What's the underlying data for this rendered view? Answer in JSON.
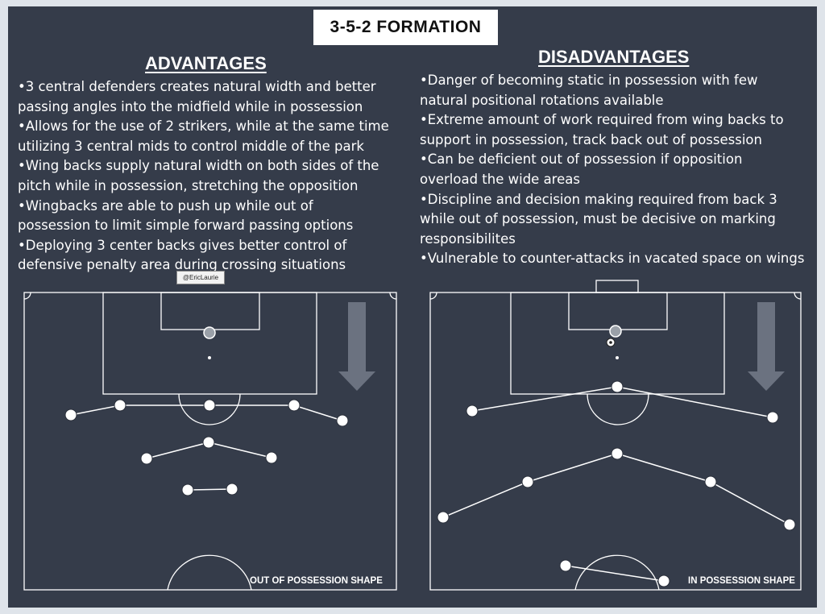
{
  "title": "3-5-2  FORMATION",
  "credit": "@EricLaurie",
  "advantages": {
    "heading": "ADVANTAGES",
    "items": [
      "•3 central defenders creates natural width and better\npassing angles into the midfield while in possession",
      "•Allows for the use of 2 strikers, while at the same time\nutilizing 3 central mids to control middle of the park",
      "•Wing backs supply natural width on both sides of the\npitch while in possession, stretching the opposition",
      "•Wingbacks are able to push up while out of\npossession to limit simple forward passing options",
      "•Deploying 3 center backs gives better control of\ndefensive penalty area during crossing situations"
    ]
  },
  "disadvantages": {
    "heading": "DISADVANTAGES",
    "items": [
      "•Danger of becoming static in possession with few\nnatural positional rotations available",
      "•Extreme amount of work required from wing backs to\nsupport in possession, track back out of possession",
      "•Can be deficient out of possession if opposition\noverload the wide areas",
      "•Discipline and decision making required from back 3\nwhile out of possession, must be decisive on marking\nresponsibilites",
      "•Vulnerable to counter-attacks in vacated space on wings"
    ]
  },
  "pitches": {
    "out_of_possession": {
      "label": "OUT OF POSSESSION SHAPE"
    },
    "in_possession": {
      "label": "IN POSSESSION SHAPE"
    }
  },
  "colors": {
    "background": "#353c4a",
    "lines": "#ffffff",
    "arrow": "#6b7280",
    "goalkeeper": "#9aa0a8"
  }
}
